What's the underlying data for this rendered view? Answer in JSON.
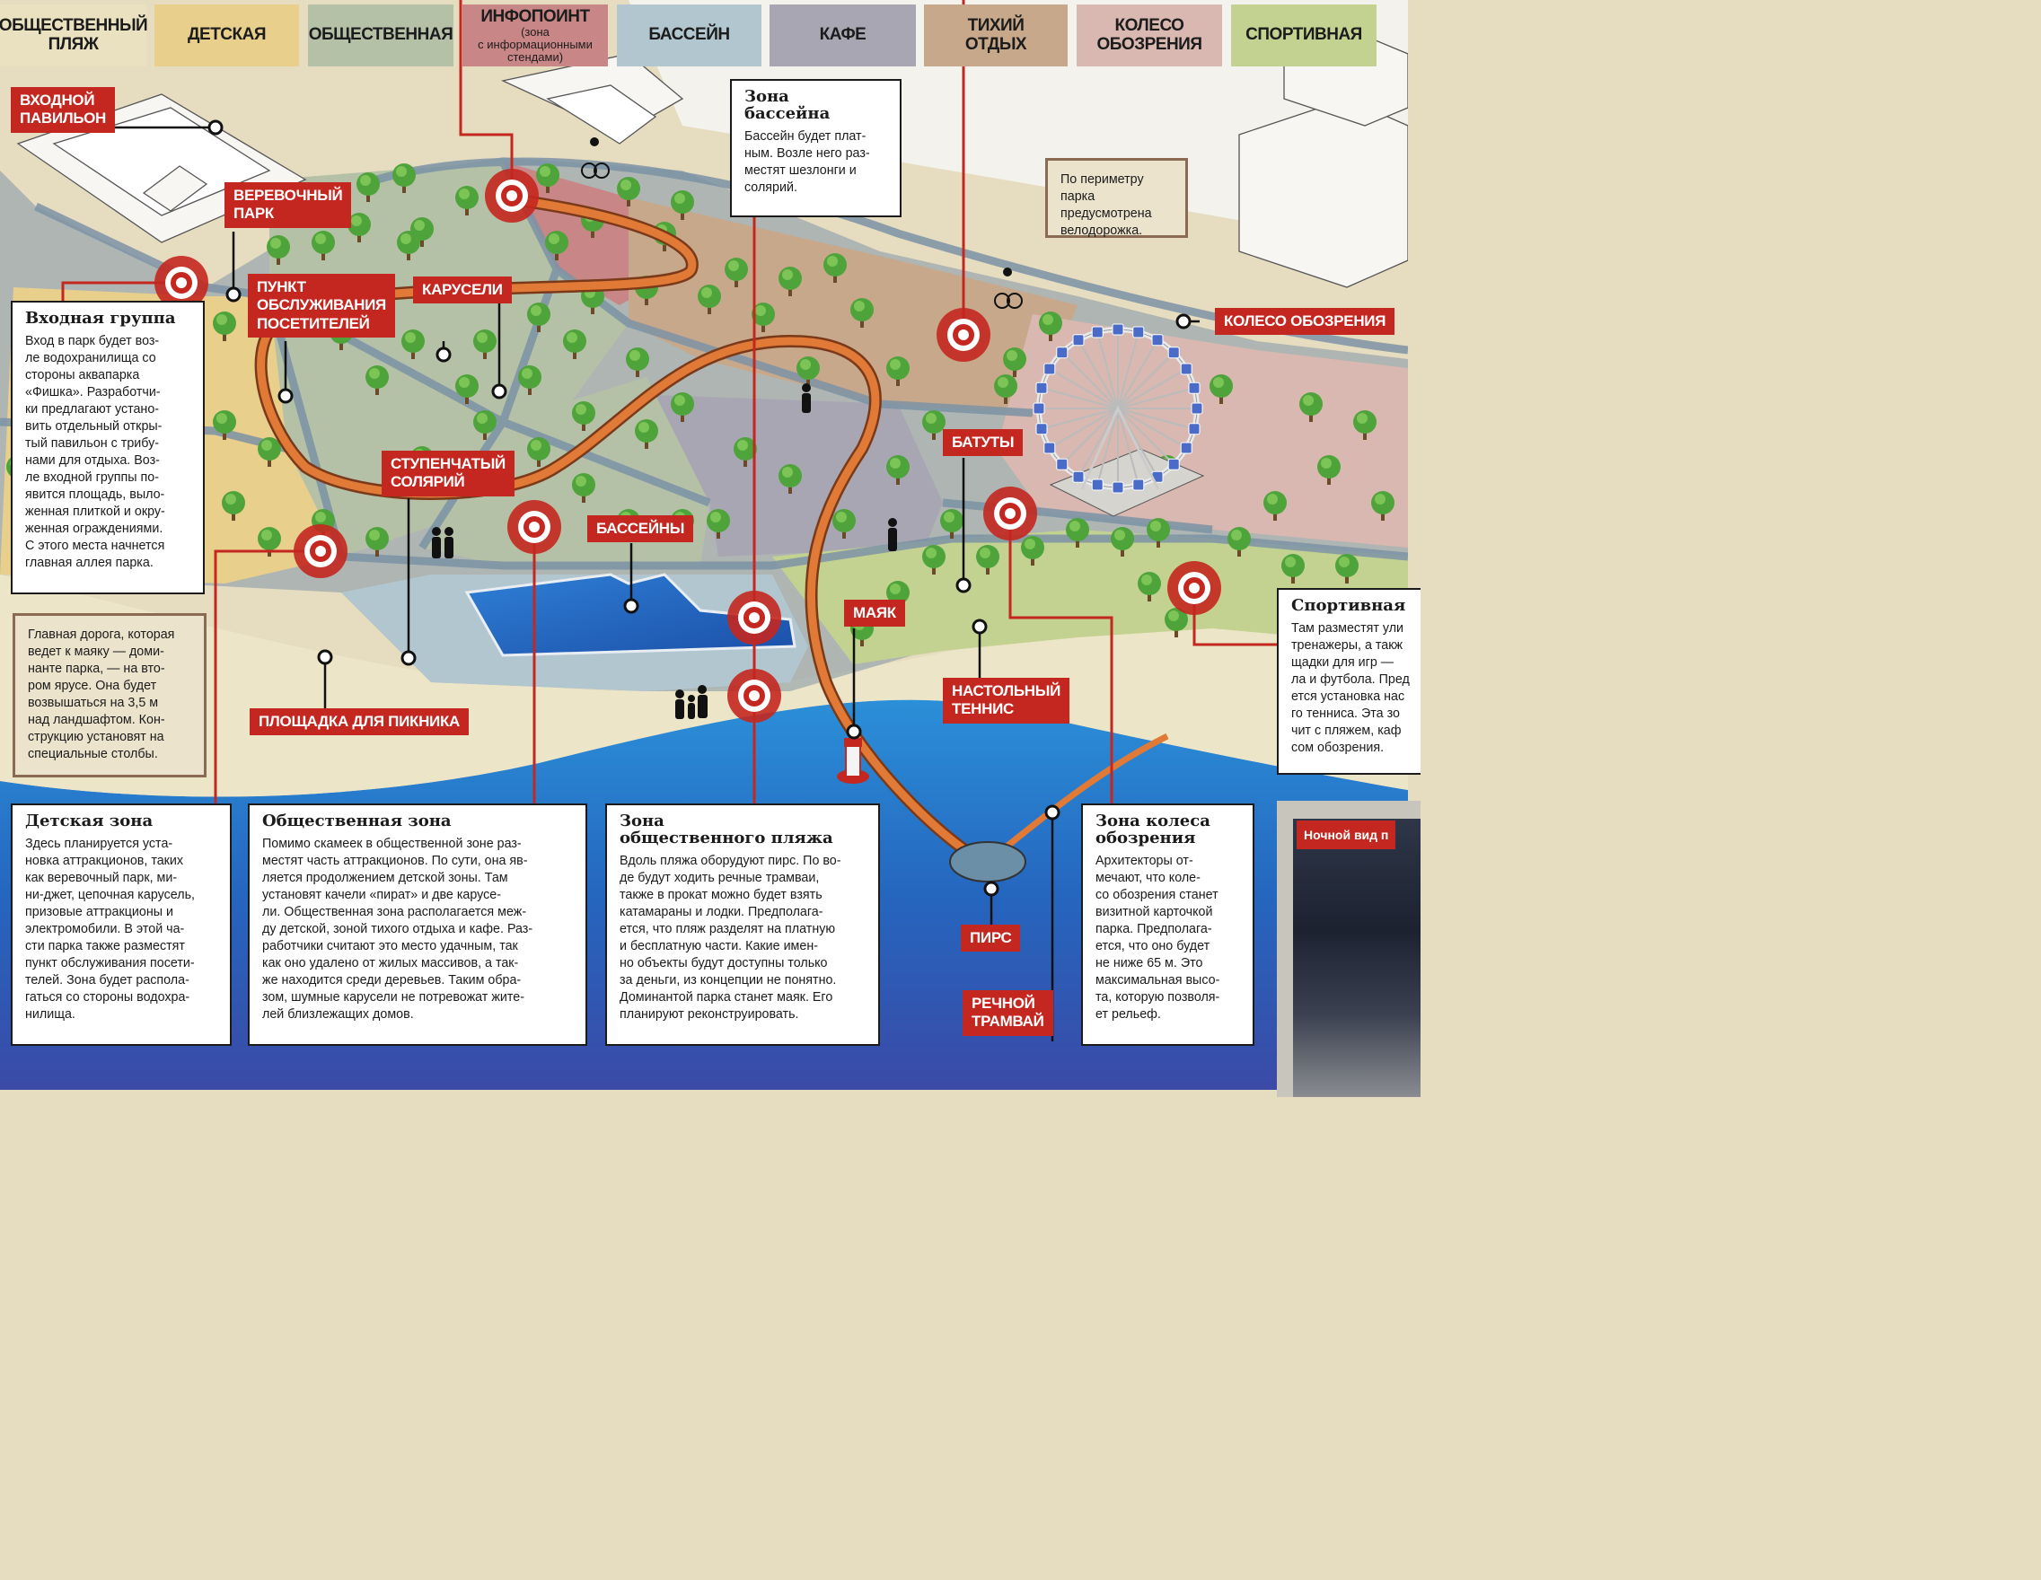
{
  "legend": [
    {
      "label": "ОБЩЕСТВЕННЫЙ\nПЛЯЖ",
      "sub": "",
      "color": "#e9e1bf"
    },
    {
      "label": "ДЕТСКАЯ",
      "sub": "",
      "color": "#e8cf8c"
    },
    {
      "label": "ОБЩЕСТВЕННАЯ",
      "sub": "",
      "color": "#b5c1a7"
    },
    {
      "label": "ИНФОПОИНТ",
      "sub": "(зона\nс информационными\nстендами)",
      "color": "#c98686"
    },
    {
      "label": "БАССЕЙН",
      "sub": "",
      "color": "#b2c6d0"
    },
    {
      "label": "КАФЕ",
      "sub": "",
      "color": "#a8a6b2"
    },
    {
      "label": "ТИХИЙ\nОТДЫХ",
      "sub": "",
      "color": "#c8a88a"
    },
    {
      "label": "КОЛЕСО\nОБОЗРЕНИЯ",
      "sub": "",
      "color": "#d8b8b0"
    },
    {
      "label": "СПОРТИВНАЯ",
      "sub": "",
      "color": "#c4d291"
    }
  ],
  "labels": {
    "vhodnoy_pavilion": "ВХОДНОЙ\nПАВИЛЬОН",
    "verevochny_park": "ВЕРЕВОЧНЫЙ\nПАРК",
    "punkt_obsluzhivaniya": "ПУНКТ\nОБСЛУЖИВАНИЯ\nПОСЕТИТЕЛЕЙ",
    "karuseli": "КАРУСЕЛИ",
    "stupenchaty_solyariy": "СТУПЕНЧАТЫЙ\nСОЛЯРИЙ",
    "basseyny": "БАССЕЙНЫ",
    "batuty": "БАТУТЫ",
    "koleso_obozreniya": "КОЛЕСО ОБОЗРЕНИЯ",
    "mayak": "МАЯК",
    "nastolny_tennis": "НАСТОЛЬНЫЙ\nТЕННИС",
    "ploshchadka_piknika": "ПЛОЩАДКА ДЛЯ ПИКНИКА",
    "pirs": "ПИРС",
    "rechnoy_tramvay": "РЕЧНОЙ\nТРАМВАЙ"
  },
  "boxes": {
    "bassein": {
      "title": "Зона\nбассейна",
      "text": "Бассейн будет плат-\nным. Возле него раз-\nместят шезлонги и\nсолярий."
    },
    "vhodnaya": {
      "title": "Входная группа",
      "text": "Вход в парк будет воз-\nле водохранилища со\nстороны аквапарка\n«Фишка». Разработчи-\nки предлагают устано-\nвить отдельный откры-\nтый павильон с трибу-\nнами для отдыха. Воз-\nле входной группы по-\nявится площадь, выло-\nженная плиткой и окру-\nженная ограждениями.\nС этого места начнется\nглавная аллея парка."
    },
    "detskaya": {
      "title": "Детская зона",
      "text": "Здесь планируется уста-\nновка аттракционов, таких\nкак веревочный парк, ми-\nни-джет, цепочная карусель,\nпризовые аттракционы и\nэлектромобили. В этой ча-\nсти парка также разместят\nпункт обслуживания посети-\nтелей. Зона будет распола-\nгаться со стороны водохра-\nнилища."
    },
    "obshchestvennaya": {
      "title": "Общественная зона",
      "text": "Помимо скамеек в общественной зоне раз-\nместят часть аттракционов. По сути, она яв-\nляется продолжением детской зоны. Там\nустановят качели «пират» и две карусе-\nли. Общественная зона располагается меж-\nду детской, зоной тихого отдыха и кафе. Раз-\nработчики считают это место удачным, так\nкак оно удалено от жилых массивов, а так-\nже находится среди деревьев. Таким обра-\nзом, шумные карусели не потревожат жите-\nлей близлежащих домов."
    },
    "plyazh": {
      "title": "Зона\nобщественного пляжа",
      "text": "Вдоль пляжа оборудуют пирс. По во-\nде будут ходить речные трамваи,\nтакже в прокат можно будет взять\nкатамараны и лодки. Предполага-\nется, что пляж разделят на платную\nи бесплатную части. Какие имен-\nно объекты будут доступны только\nза деньги, из концепции не понятно.\nДоминантой парка станет маяк. Его\nпланируют реконструировать."
    },
    "koleso": {
      "title": "Зона колеса\nобозрения",
      "text": "Архитекторы от-\nмечают, что коле-\nсо обозрения станет\nвизитной карточкой\nпарка. Предполага-\nется, что оно будет\nне ниже 65 м. Это\nмаксимальная высо-\nта, которую позволя-\nет рельеф."
    },
    "sportivnaya": {
      "title": "Спортивная",
      "text": "Там разместят ули\nтренажеры, а такж\nщадки для игр —\nла и футбола. Пред\nется установка нас\nго тенниса. Эта зо\nчит с пляжем, каф\nсом обозрения."
    }
  },
  "notes": {
    "velodorozhka": "По периметру парка\nпредусмотрена\nвелодорожка.",
    "glavnaya_doroga": "Главная дорога, которая\nведет к маяку — доми-\nнанте парка, — на вто-\nром ярусе. Она будет\nвозвышаться на 3,5 м\nнад ландшафтом. Кон-\nструкцию установят на\nспециальные столбы."
  },
  "night_view": "Ночной вид п",
  "colors": {
    "accent_red": "#c4271f",
    "water": "#1f60b8",
    "path_orange": "#d86a2a"
  }
}
